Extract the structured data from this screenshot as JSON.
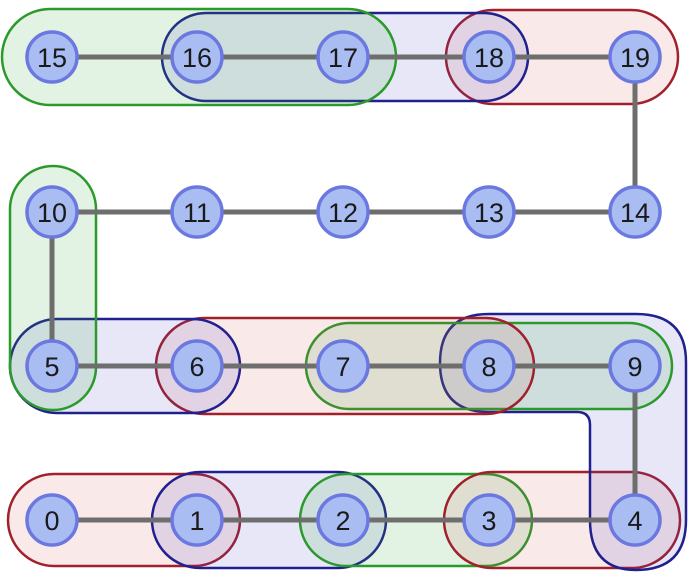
{
  "nodes": [
    {
      "id": 0,
      "label": "0"
    },
    {
      "id": 1,
      "label": "1"
    },
    {
      "id": 2,
      "label": "2"
    },
    {
      "id": 3,
      "label": "3"
    },
    {
      "id": 4,
      "label": "4"
    },
    {
      "id": 5,
      "label": "5"
    },
    {
      "id": 6,
      "label": "6"
    },
    {
      "id": 7,
      "label": "7"
    },
    {
      "id": 8,
      "label": "8"
    },
    {
      "id": 9,
      "label": "9"
    },
    {
      "id": 10,
      "label": "10"
    },
    {
      "id": 11,
      "label": "11"
    },
    {
      "id": 12,
      "label": "12"
    },
    {
      "id": 13,
      "label": "13"
    },
    {
      "id": 14,
      "label": "14"
    },
    {
      "id": 15,
      "label": "15"
    },
    {
      "id": 16,
      "label": "16"
    },
    {
      "id": 17,
      "label": "17"
    },
    {
      "id": 18,
      "label": "18"
    },
    {
      "id": 19,
      "label": "19"
    }
  ],
  "edges": [
    [
      0,
      1
    ],
    [
      1,
      2
    ],
    [
      2,
      3
    ],
    [
      3,
      4
    ],
    [
      4,
      9
    ],
    [
      9,
      8
    ],
    [
      8,
      7
    ],
    [
      7,
      6
    ],
    [
      6,
      5
    ],
    [
      5,
      10
    ],
    [
      10,
      11
    ],
    [
      11,
      12
    ],
    [
      12,
      13
    ],
    [
      13,
      14
    ],
    [
      14,
      19
    ],
    [
      19,
      18
    ],
    [
      18,
      17
    ],
    [
      17,
      16
    ],
    [
      16,
      15
    ]
  ],
  "groups": [
    {
      "name": "group-0-1",
      "members": [
        0,
        1
      ],
      "color": "red"
    },
    {
      "name": "group-1-2",
      "members": [
        1,
        2
      ],
      "color": "blue"
    },
    {
      "name": "group-2-3",
      "members": [
        2,
        3
      ],
      "color": "green"
    },
    {
      "name": "group-3-4",
      "members": [
        3,
        4
      ],
      "color": "red"
    },
    {
      "name": "group-4-9-8",
      "members": [
        4,
        9,
        8
      ],
      "color": "blue"
    },
    {
      "name": "group-9-7",
      "members": [
        9,
        8,
        7
      ],
      "color": "green"
    },
    {
      "name": "group-8-6",
      "members": [
        8,
        7,
        6
      ],
      "color": "red"
    },
    {
      "name": "group-6-5",
      "members": [
        6,
        5
      ],
      "color": "blue"
    },
    {
      "name": "group-5-10",
      "members": [
        5,
        10
      ],
      "color": "green"
    },
    {
      "name": "group-19-18",
      "members": [
        19,
        18
      ],
      "color": "red"
    },
    {
      "name": "group-18-16",
      "members": [
        18,
        17,
        16
      ],
      "color": "blue"
    },
    {
      "name": "group-17-15",
      "members": [
        17,
        16,
        15
      ],
      "color": "green"
    }
  ],
  "colors": {
    "node_fill": "#a9bdf2",
    "node_stroke": "#6b78e0",
    "edge": "#6e6e6e",
    "red_stroke": "#a0202c",
    "red_fill": "rgba(205,70,70,0.12)",
    "blue_stroke": "#20208e",
    "blue_fill": "rgba(60,60,200,0.12)",
    "green_stroke": "#2a9a2a",
    "green_fill": "rgba(60,170,60,0.14)"
  }
}
